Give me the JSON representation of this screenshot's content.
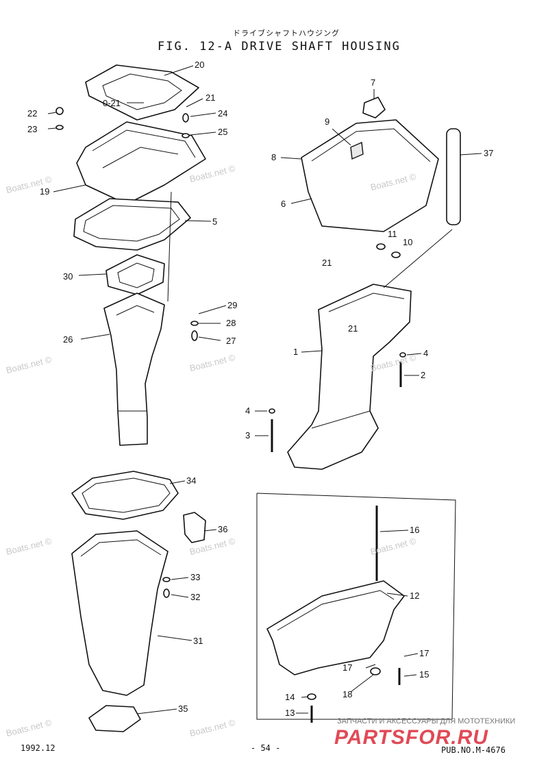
{
  "header": {
    "subtitle": "ドライブシャフトハウジング",
    "title": "FIG. 12-A DRIVE SHAFT HOUSING"
  },
  "callouts": [
    "20",
    "0-21",
    "21",
    "22",
    "24",
    "23",
    "25",
    "19",
    "5",
    "30",
    "29",
    "28",
    "27",
    "26",
    "7",
    "9",
    "37",
    "8",
    "6",
    "11",
    "10",
    "21",
    "1",
    "21",
    "4",
    "2",
    "4",
    "3",
    "34",
    "36",
    "16",
    "33",
    "32",
    "12",
    "31",
    "17",
    "17",
    "15",
    "14",
    "18",
    "13",
    "35"
  ],
  "watermark": "Boats.net ©",
  "footer": {
    "date": "1992.12",
    "page": "- 54 -",
    "pub": "PUB.NO.M-4676",
    "brand_tag": "ЗАПЧАСТИ И АКСЕССУАРЫ ДЛЯ МОТОТЕХНИКИ",
    "brand": "PARTSFOR.RU"
  }
}
